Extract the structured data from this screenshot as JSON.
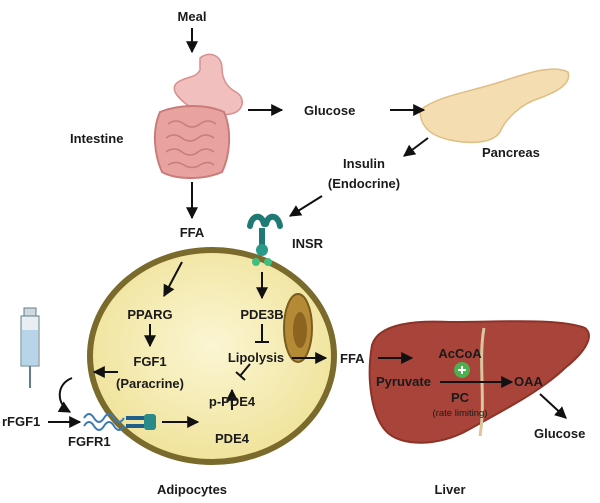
{
  "labels": {
    "meal": "Meal",
    "intestine": "Intestine",
    "glucose_top": "Glucose",
    "pancreas": "Pancreas",
    "insulin_line1": "Insulin",
    "insulin_line2": "(Endocrine)",
    "ffa_top": "FFA",
    "insr": "INSR",
    "pparg": "PPARG",
    "pde3b": "PDE3B",
    "fgf1": "FGF1",
    "paracrine": "(Paracrine)",
    "lipolysis": "Lipolysis",
    "ffa_mid": "FFA",
    "p_pde4": "p-PDE4",
    "pde4": "PDE4",
    "rfgf1": "rFGF1",
    "fgfr1": "FGFR1",
    "acetyl_coa": "AcCoA",
    "pyruvate": "Pyruvate",
    "oaa": "OAA",
    "pc": "PC",
    "rate_limiting": "(rate limiting)",
    "glucose_liver": "Glucose",
    "adipocytes": "Adipocytes",
    "liver": "Liver"
  },
  "colors": {
    "adipocyte_fill": "#f2e8a6",
    "adipocyte_border": "#7a6a2c",
    "nucleus": "#9e7a2c",
    "liver": "#a8443a",
    "liver_dark": "#8c3328",
    "intestine": "#e8a3a0",
    "stomach": "#f0bfbe",
    "pancreas": "#f4ddb0",
    "receptor": "#1f7a75",
    "syringe_fluid": "#b8d4e8",
    "plus_badge": "#4caf50"
  },
  "icons": [
    "intestine-icon",
    "stomach-icon",
    "pancreas-icon",
    "insulin-receptor-icon",
    "syringe-icon",
    "fgfr1-receptor-icon",
    "liver-icon",
    "adipocyte-cell",
    "nucleus-icon",
    "plus-badge-icon"
  ]
}
